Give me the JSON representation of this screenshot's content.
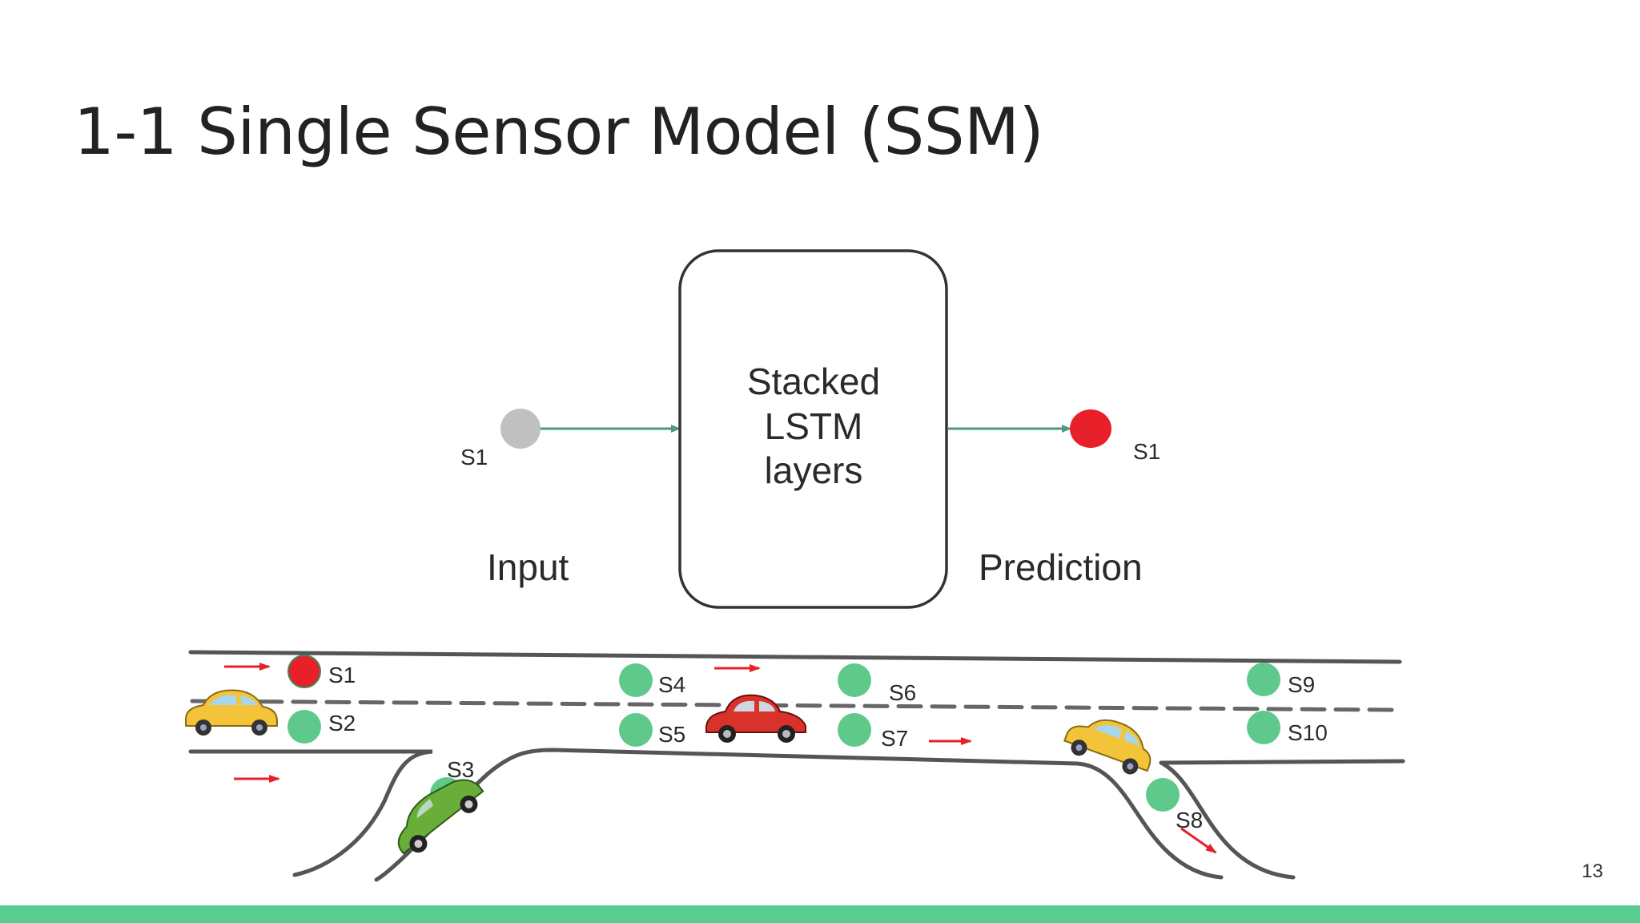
{
  "slide": {
    "title": "1-1 Single Sensor Model (SSM)",
    "page_number": "13"
  },
  "diagram": {
    "model_box_lines": [
      "Stacked",
      "LSTM",
      "layers"
    ],
    "input_label": "Input",
    "prediction_label": "Prediction",
    "input_node_label": "S1",
    "output_node_label": "S1",
    "sensors": [
      "S1",
      "S2",
      "S3",
      "S4",
      "S5",
      "S6",
      "S7",
      "S8",
      "S9",
      "S10"
    ]
  },
  "colors": {
    "accent_bar": "#57cd8f",
    "sensor_normal": "#5fc98b",
    "sensor_highlight": "#e8202a",
    "input_node": "#c0c0c0",
    "arrow": "#4a9a7c",
    "traffic_arrow": "#e8202a"
  },
  "icons": [
    "yellow-car-icon",
    "red-car-icon",
    "green-car-icon",
    "yellow-car-icon"
  ]
}
